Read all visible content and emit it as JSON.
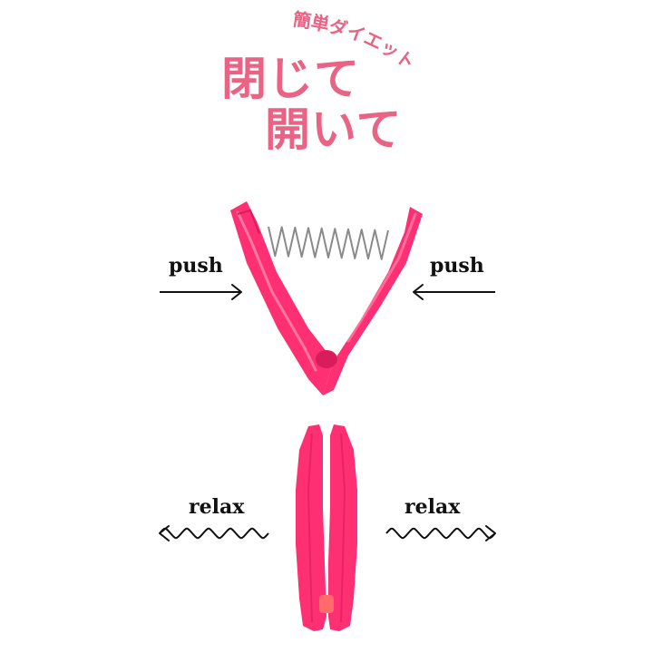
{
  "heading": {
    "arc_text": "簡単ダイエット",
    "line1": "閉じて",
    "line2": "開いて"
  },
  "labels": {
    "push_left": "push",
    "push_right": "push",
    "relax_left": "relax",
    "relax_right": "relax"
  },
  "colors": {
    "accent_text": "#e96384",
    "device_pink": "#ff2f73",
    "device_pink_dark": "#d91d5c",
    "spring": "#8a8a8a",
    "ink": "#111111"
  }
}
